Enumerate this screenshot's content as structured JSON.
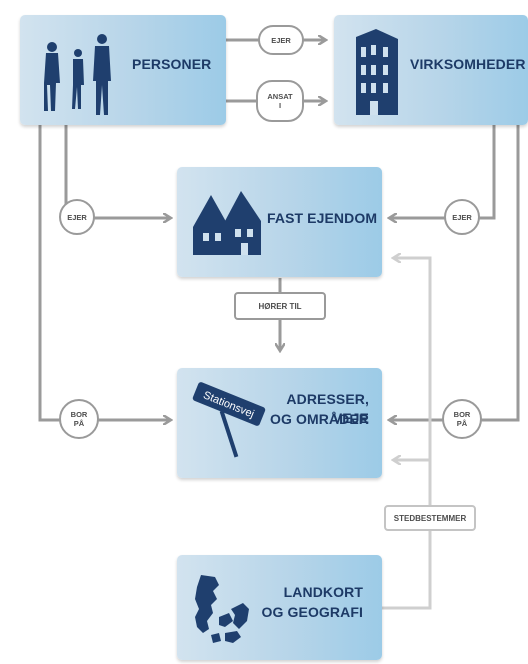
{
  "boxes": {
    "personer": "PERSONER",
    "virksomheder": "VIRKSOMHEDER",
    "fast_ejendom": "FAST EJENDOM",
    "adresser_line1": "ADRESSER, VEJE",
    "adresser_line2": "OG OMRÅDER",
    "landkort_line1": "LANDKORT",
    "landkort_line2": "OG GEOGRAFI"
  },
  "connectors": {
    "ejer_top": "EJER",
    "ansat_line1": "ANSAT",
    "ansat_line2": "I",
    "ejer_left": "EJER",
    "ejer_right": "EJER",
    "horer_til": "HØRER TIL",
    "bor_left_line1": "BOR",
    "bor_left_line2": "PÅ",
    "bor_right_line1": "BOR",
    "bor_right_line2": "PÅ",
    "stedbestemmer": "STEDBESTEMMER"
  },
  "illustrations": {
    "street_sign_text": "Stationsvej"
  },
  "colors": {
    "box_text": "#1d3a66",
    "line_dark": "#9a9a9a",
    "line_light": "#cfcfcf",
    "illustration": "#1f3f6e"
  }
}
